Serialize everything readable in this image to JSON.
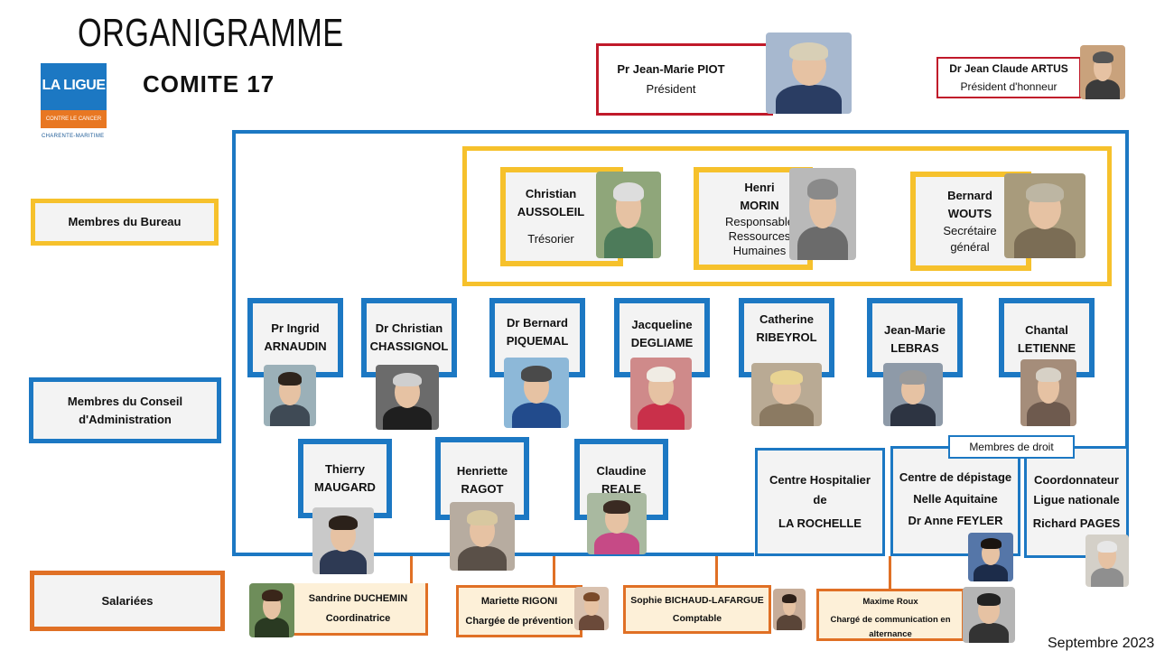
{
  "header": {
    "title": "ORGANIGRAMME",
    "subtitle": "COMITE 17",
    "logo_main": "LA LIGUE",
    "logo_band": "CONTRE LE CANCER",
    "logo_region": "CHARENTE-MARITIME",
    "date": "Septembre 2023"
  },
  "president": {
    "name": "Pr Jean-Marie  PIOT",
    "role": "Président"
  },
  "honorary": {
    "name": "Dr Jean Claude  ARTUS",
    "role": "Président d'honneur"
  },
  "sections": {
    "bureau": "Membres du Bureau",
    "conseil_line1": "Membres du Conseil",
    "conseil_line2": "d'Administration",
    "salaries": "Salariées",
    "membres_droit": "Membres de droit"
  },
  "bureau": [
    {
      "first": "Christian",
      "last": "AUSSOLEIL",
      "role": "Trésorier"
    },
    {
      "first": "Henri",
      "last": "MORIN",
      "role": "Responsable Ressources Humaines"
    },
    {
      "first": "Bernard",
      "last": "WOUTS",
      "role": "Secrétaire général"
    }
  ],
  "conseil_row1": [
    {
      "first": "Pr Ingrid",
      "last": "ARNAUDIN"
    },
    {
      "first": "Dr Christian",
      "last": "CHASSIGNOL"
    },
    {
      "first": "Dr Bernard",
      "last": "PIQUEMAL"
    },
    {
      "first": "Jacqueline",
      "last": "DEGLIAME"
    },
    {
      "first": "Catherine",
      "last": "RIBEYROL"
    },
    {
      "first": "Jean-Marie",
      "last": "LEBRAS"
    },
    {
      "first": "Chantal",
      "last": "LETIENNE"
    }
  ],
  "conseil_row2": [
    {
      "first": "Thierry",
      "last": "MAUGARD"
    },
    {
      "first": "Henriette",
      "last": "RAGOT"
    },
    {
      "first": "Claudine",
      "last": "REALE"
    }
  ],
  "droit": [
    {
      "l1": "Centre Hospitalier",
      "l2": "de",
      "l3": "LA ROCHELLE"
    },
    {
      "l1": "Centre de dépistage",
      "l2": "Nelle Aquitaine",
      "l3": "Dr Anne FEYLER"
    },
    {
      "l1": "Coordonnateur",
      "l2": "Ligue nationale",
      "l3": "Richard PAGES"
    }
  ],
  "salaries": [
    {
      "name": "Sandrine DUCHEMIN",
      "role": "Coordinatrice"
    },
    {
      "name": "Mariette RIGONI",
      "role": "Chargée de prévention"
    },
    {
      "name": "Sophie BICHAUD-LAFARGUE",
      "role": "Comptable"
    },
    {
      "name": "Maxime Roux",
      "role": "Chargé de communication en alternance"
    }
  ]
}
